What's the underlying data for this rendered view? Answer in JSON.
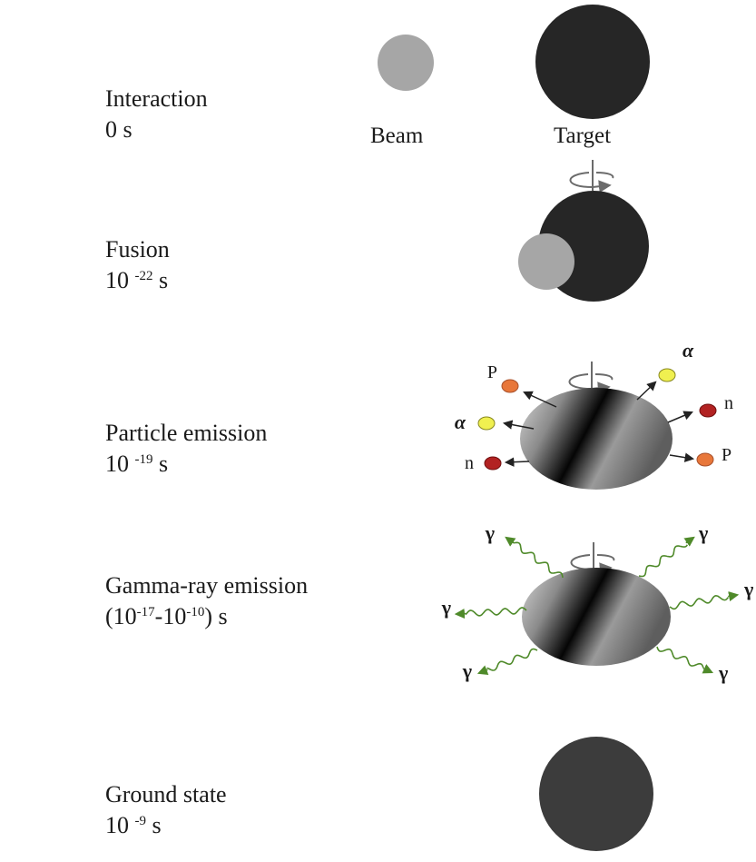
{
  "stages": [
    {
      "name": "Interaction",
      "time": "0 s"
    },
    {
      "name": "Fusion",
      "time_base": "10",
      "time_exp": "-22",
      "time_unit": "s"
    },
    {
      "name": "Particle emission",
      "time_base": "10",
      "time_exp": "-19",
      "time_unit": "s"
    },
    {
      "name": "Gamma-ray emission",
      "time_open": "(10",
      "time_exp1": "-17",
      "time_mid": "-10",
      "time_exp2": "-10",
      "time_close": ") s"
    },
    {
      "name": "Ground state",
      "time_base": "10",
      "time_exp": "-9",
      "time_unit": "s"
    }
  ],
  "captions": {
    "beam": "Beam",
    "target": "Target"
  },
  "particles": {
    "proton": "P",
    "alpha": "α",
    "neutron": "n",
    "gamma": "γ"
  },
  "colors": {
    "beam": "#a6a6a6",
    "target": "#262626",
    "ground_state": "#3c3c3c",
    "proton": "#e8773a",
    "alpha": "#f0f050",
    "neutron": "#b22222",
    "gamma_wave": "#4f8a2a",
    "arrow": "#222222",
    "rotation_arrow": "#6b6b6b"
  }
}
